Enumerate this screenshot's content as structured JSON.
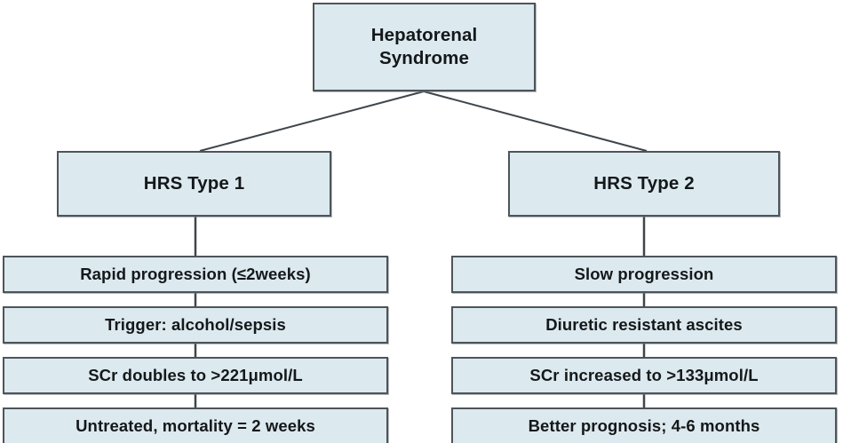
{
  "diagram": {
    "title": "Hepatorenal Syndrome classification flowchart",
    "colors": {
      "node_fill": "#dce9ef",
      "node_border": "#4d555a",
      "text": "#14181a",
      "background": "#ffffff"
    },
    "root": {
      "label": "Hepatorenal\nSyndrome",
      "line1": "Hepatorenal",
      "line2": "Syndrome"
    },
    "branches": [
      {
        "id": "hrs-type-1",
        "label": "HRS Type 1",
        "details": [
          "Rapid progression (≤2weeks)",
          "Trigger: alcohol/sepsis",
          "SCr doubles to >221μmol/L",
          "Untreated, mortality = 2 weeks"
        ]
      },
      {
        "id": "hrs-type-2",
        "label": "HRS Type 2",
        "details": [
          "Slow progression",
          "Diuretic resistant ascites",
          "SCr increased to >133μmol/L",
          "Better prognosis; 4-6 months"
        ]
      }
    ]
  }
}
